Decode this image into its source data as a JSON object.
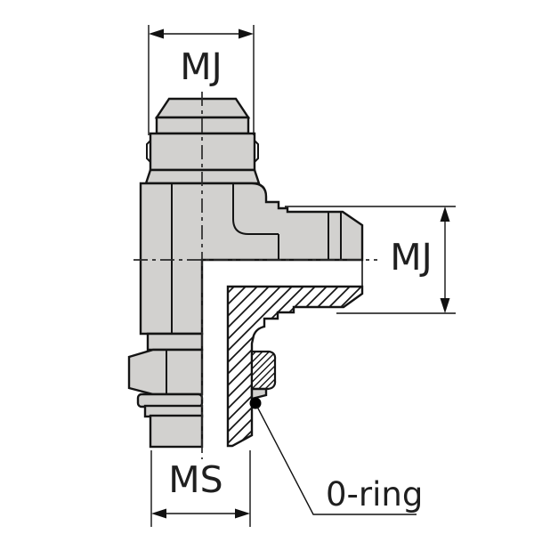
{
  "diagram": {
    "type": "hydraulic-tee-fitting-half-section",
    "description": "Technical drawing of a male branch tee fitting: male JIC top port, male JIC side port, metric straight-thread stud bottom port with locknut, washer and O-ring, shown in half section",
    "labels": {
      "top_port": "MJ",
      "side_port": "MJ",
      "bottom_port": "MS",
      "oring": "0-ring"
    },
    "colors": {
      "part_fill": "#d2d1cf",
      "outline": "#141414",
      "background": "#ffffff",
      "oring_dot": "#000000",
      "dimension_lines": "#111111"
    }
  }
}
